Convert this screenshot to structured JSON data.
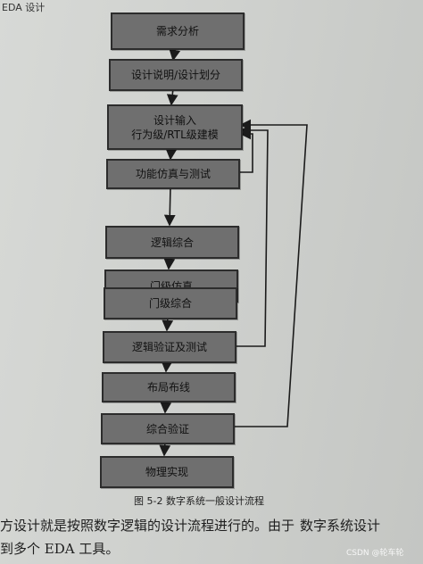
{
  "header": {
    "title": "EDA 设计"
  },
  "flowchart": {
    "steps": [
      {
        "label": "需求分析"
      },
      {
        "label": "设计说明/设计划分"
      },
      {
        "label": "设计输入",
        "label2": "行为级/RTL级建模"
      },
      {
        "label": "功能仿真与测试"
      },
      {
        "label": "逻辑综合"
      },
      {
        "label": "门级仿真"
      },
      {
        "label": "门级综合"
      },
      {
        "label": "逻辑验证及测试"
      },
      {
        "label": "布局布线"
      },
      {
        "label": "综合验证"
      },
      {
        "label": "物理实现"
      }
    ]
  },
  "caption": {
    "text": "图 5-2   数字系统一般设计流程"
  },
  "body_text": {
    "line1": "方设计就是按照数字逻辑的设计流程进行的。由于",
    "line1_tail": "数字系统设计",
    "line2": "到多个 EDA 工具。"
  },
  "watermark": {
    "text": "CSDN @轮车轮"
  }
}
